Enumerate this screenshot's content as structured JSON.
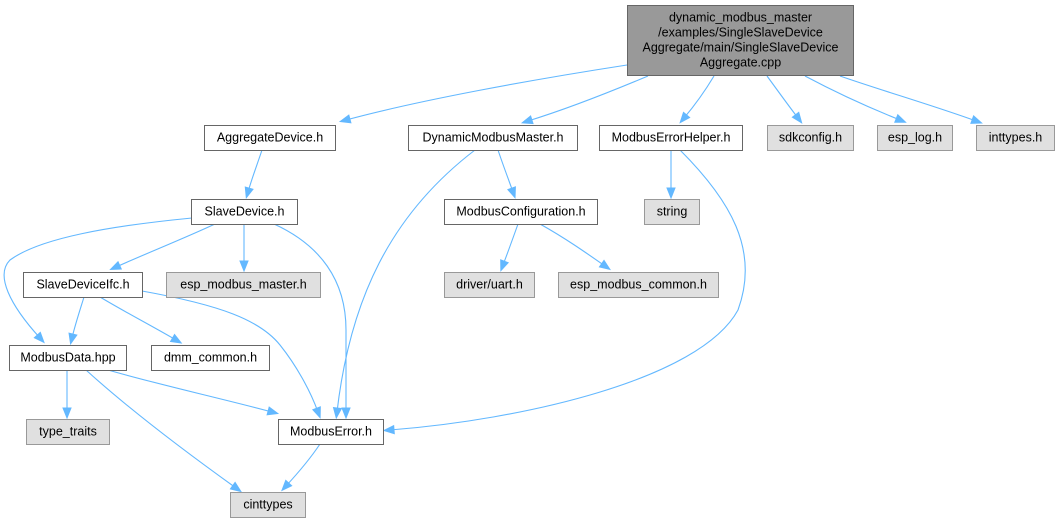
{
  "diagram": {
    "type": "include-dependency-graph",
    "colors": {
      "root_fill": "#999999",
      "root_border": "#666666",
      "local_fill": "#ffffff",
      "local_border": "#666666",
      "external_fill": "#e0e0e0",
      "external_border": "#999999",
      "edge": "#63b8ff"
    },
    "nodes": [
      {
        "id": "root",
        "kind": "root",
        "lines": [
          "dynamic_modbus_master",
          "/examples/SingleSlaveDevice",
          "Aggregate/main/SingleSlaveDevice",
          "Aggregate.cpp"
        ]
      },
      {
        "id": "aggregate-device-h",
        "kind": "local",
        "lines": [
          "AggregateDevice.h"
        ]
      },
      {
        "id": "dynamic-modbus-master-h",
        "kind": "local",
        "lines": [
          "DynamicModbusMaster.h"
        ]
      },
      {
        "id": "modbus-error-helper-h",
        "kind": "local",
        "lines": [
          "ModbusErrorHelper.h"
        ]
      },
      {
        "id": "sdkconfig-h",
        "kind": "external",
        "lines": [
          "sdkconfig.h"
        ]
      },
      {
        "id": "esp-log-h",
        "kind": "external",
        "lines": [
          "esp_log.h"
        ]
      },
      {
        "id": "inttypes-h",
        "kind": "external",
        "lines": [
          "inttypes.h"
        ]
      },
      {
        "id": "slave-device-h",
        "kind": "local",
        "lines": [
          "SlaveDevice.h"
        ]
      },
      {
        "id": "modbus-configuration-h",
        "kind": "local",
        "lines": [
          "ModbusConfiguration.h"
        ]
      },
      {
        "id": "string",
        "kind": "external",
        "lines": [
          "string"
        ]
      },
      {
        "id": "slave-device-ifc-h",
        "kind": "local",
        "lines": [
          "SlaveDeviceIfc.h"
        ]
      },
      {
        "id": "esp-modbus-master-h",
        "kind": "external",
        "lines": [
          "esp_modbus_master.h"
        ]
      },
      {
        "id": "driver-uart-h",
        "kind": "external",
        "lines": [
          "driver/uart.h"
        ]
      },
      {
        "id": "esp-modbus-common-h",
        "kind": "external",
        "lines": [
          "esp_modbus_common.h"
        ]
      },
      {
        "id": "modbus-data-hpp",
        "kind": "local",
        "lines": [
          "ModbusData.hpp"
        ]
      },
      {
        "id": "dmm-common-h",
        "kind": "local",
        "lines": [
          "dmm_common.h"
        ]
      },
      {
        "id": "type-traits",
        "kind": "external",
        "lines": [
          "type_traits"
        ]
      },
      {
        "id": "modbus-error-h",
        "kind": "local",
        "lines": [
          "ModbusError.h"
        ]
      },
      {
        "id": "cinttypes",
        "kind": "external",
        "lines": [
          "cinttypes"
        ]
      }
    ],
    "edges": [
      {
        "from": "root",
        "to": "aggregate-device-h"
      },
      {
        "from": "root",
        "to": "dynamic-modbus-master-h"
      },
      {
        "from": "root",
        "to": "modbus-error-helper-h"
      },
      {
        "from": "root",
        "to": "sdkconfig-h"
      },
      {
        "from": "root",
        "to": "esp-log-h"
      },
      {
        "from": "root",
        "to": "inttypes-h"
      },
      {
        "from": "aggregate-device-h",
        "to": "slave-device-h"
      },
      {
        "from": "slave-device-h",
        "to": "slave-device-ifc-h"
      },
      {
        "from": "slave-device-h",
        "to": "esp-modbus-master-h"
      },
      {
        "from": "slave-device-h",
        "to": "modbus-data-hpp"
      },
      {
        "from": "slave-device-h",
        "to": "modbus-error-h"
      },
      {
        "from": "slave-device-ifc-h",
        "to": "modbus-data-hpp"
      },
      {
        "from": "slave-device-ifc-h",
        "to": "dmm-common-h"
      },
      {
        "from": "slave-device-ifc-h",
        "to": "modbus-error-h"
      },
      {
        "from": "modbus-data-hpp",
        "to": "type-traits"
      },
      {
        "from": "modbus-data-hpp",
        "to": "modbus-error-h"
      },
      {
        "from": "modbus-data-hpp",
        "to": "cinttypes"
      },
      {
        "from": "modbus-error-h",
        "to": "cinttypes"
      },
      {
        "from": "dynamic-modbus-master-h",
        "to": "modbus-configuration-h"
      },
      {
        "from": "dynamic-modbus-master-h",
        "to": "modbus-error-h"
      },
      {
        "from": "modbus-configuration-h",
        "to": "driver-uart-h"
      },
      {
        "from": "modbus-configuration-h",
        "to": "esp-modbus-common-h"
      },
      {
        "from": "modbus-error-helper-h",
        "to": "string"
      },
      {
        "from": "modbus-error-helper-h",
        "to": "modbus-error-h"
      }
    ]
  }
}
